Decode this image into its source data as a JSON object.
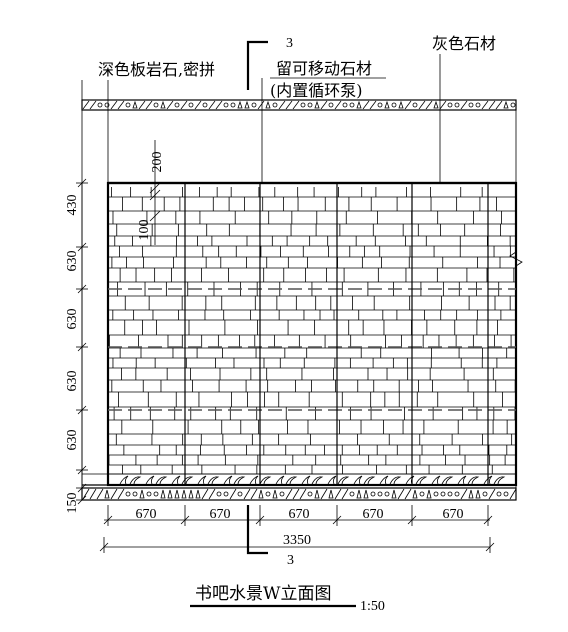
{
  "labels": {
    "dark_slate": "深色板岩石,密拼",
    "movable_stone_line1": "留可移动石材",
    "movable_stone_line2": "(内置循环泵)",
    "grey_stone": "灰色石材",
    "section_mark": "3"
  },
  "dimensions": {
    "vertical": [
      "430",
      "630",
      "630",
      "630",
      "630"
    ],
    "base": "150",
    "top_offset": "200",
    "inner_offset": "100",
    "horizontal": [
      "670",
      "670",
      "670",
      "670",
      "670"
    ],
    "total_width": "3350"
  },
  "title": {
    "text": "书吧水景W立面图",
    "scale": "1:50"
  }
}
